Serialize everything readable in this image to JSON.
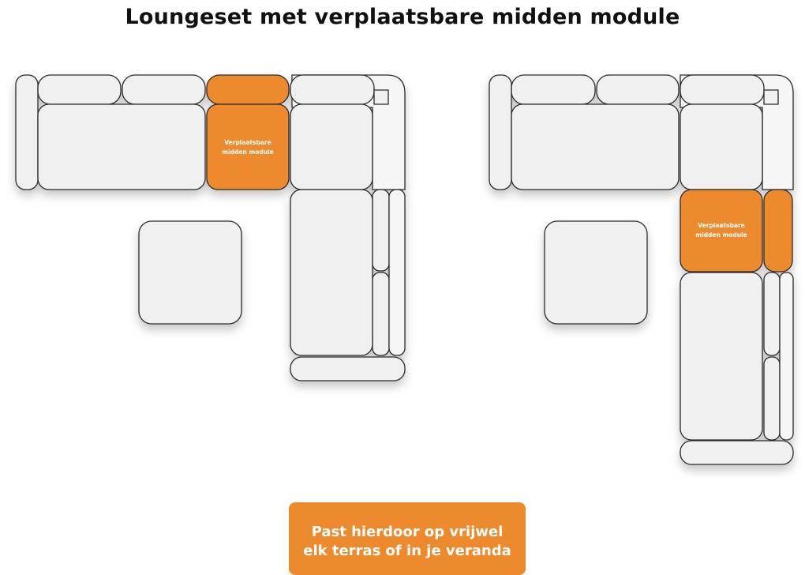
{
  "title": "Loungeset met verplaatsbare midden module",
  "module_label": {
    "line1": "Verplaatsbare",
    "line2": "midden module"
  },
  "callout": {
    "line1": "Past hierdoor op vrijwel",
    "line2": "elk terras of in je veranda"
  },
  "colors": {
    "accent": "#ee8a2e",
    "cushion": "#f0f0f0",
    "outline": "#2a2a2a"
  }
}
